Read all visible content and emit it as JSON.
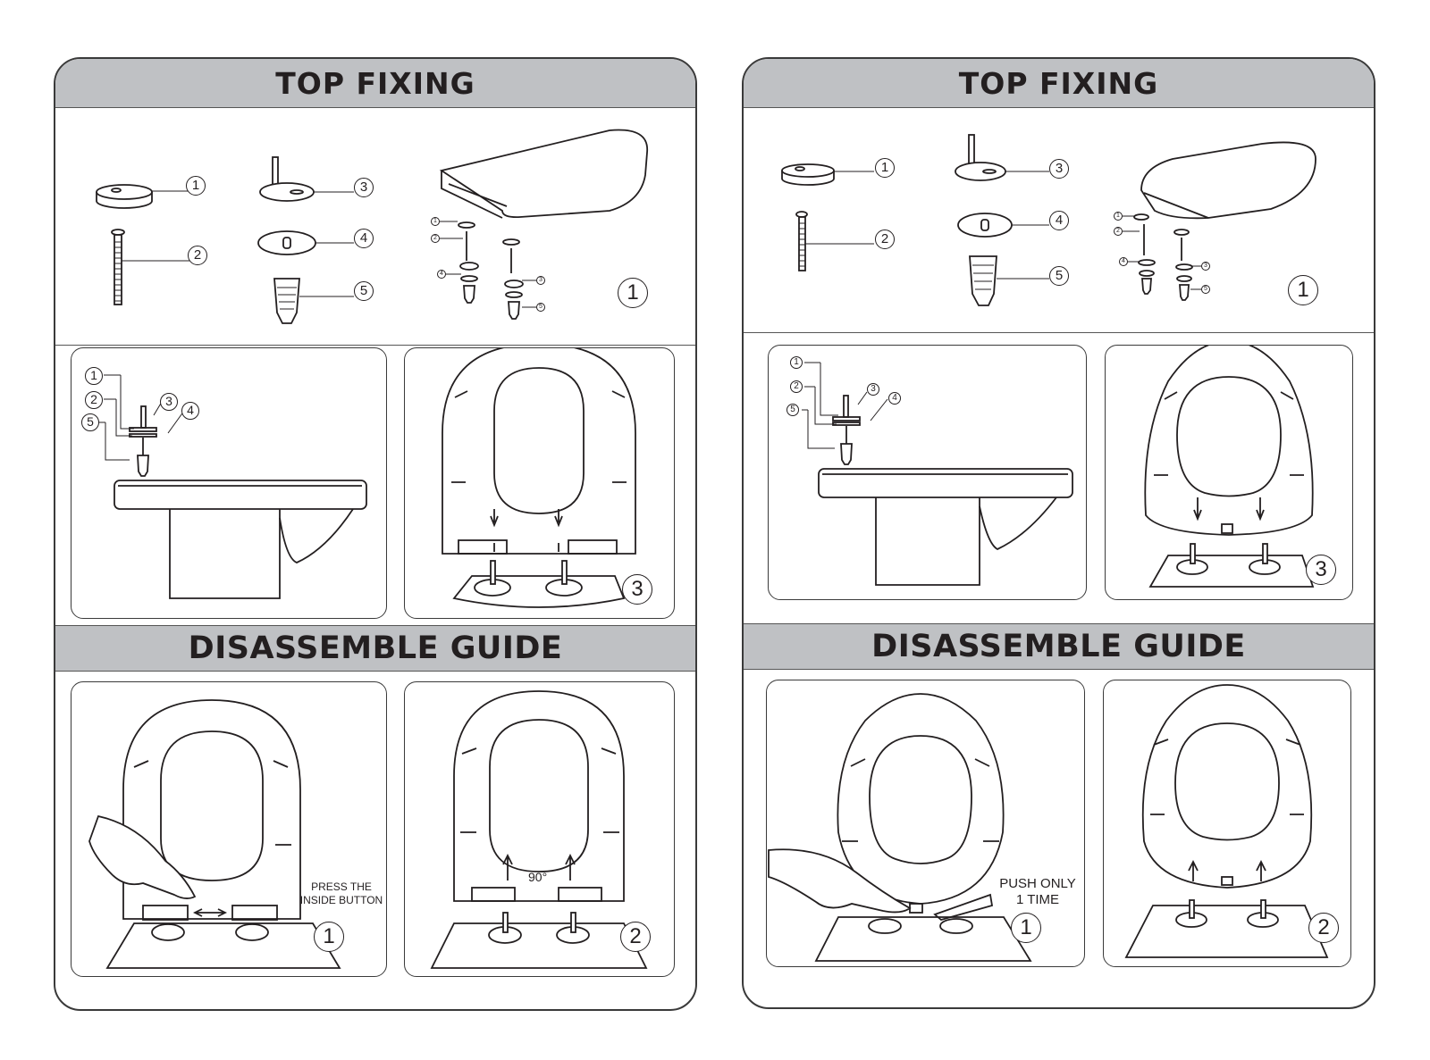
{
  "left": {
    "top_title": "TOP FIXING",
    "guide_title": "DISASSEMBLE GUIDE",
    "parts": [
      "1",
      "2",
      "3",
      "4",
      "5"
    ],
    "step_overview": "1",
    "step_mount": "3",
    "detail_callouts": [
      "1",
      "2",
      "3",
      "4",
      "5"
    ],
    "press_note_line1": "PRESS THE",
    "press_note_line2": "INSIDE BUTTON",
    "angle_label": "90°",
    "disassemble_steps": [
      "1",
      "2"
    ]
  },
  "right": {
    "top_title": "TOP FIXING",
    "guide_title": "DISASSEMBLE GUIDE",
    "parts": [
      "1",
      "2",
      "3",
      "4",
      "5"
    ],
    "step_overview": "1",
    "step_mount": "3",
    "detail_callouts": [
      "1",
      "2",
      "3",
      "4",
      "5"
    ],
    "push_note_line1": "PUSH ONLY",
    "push_note_line2": "1 TIME",
    "disassemble_steps": [
      "1",
      "2"
    ]
  }
}
